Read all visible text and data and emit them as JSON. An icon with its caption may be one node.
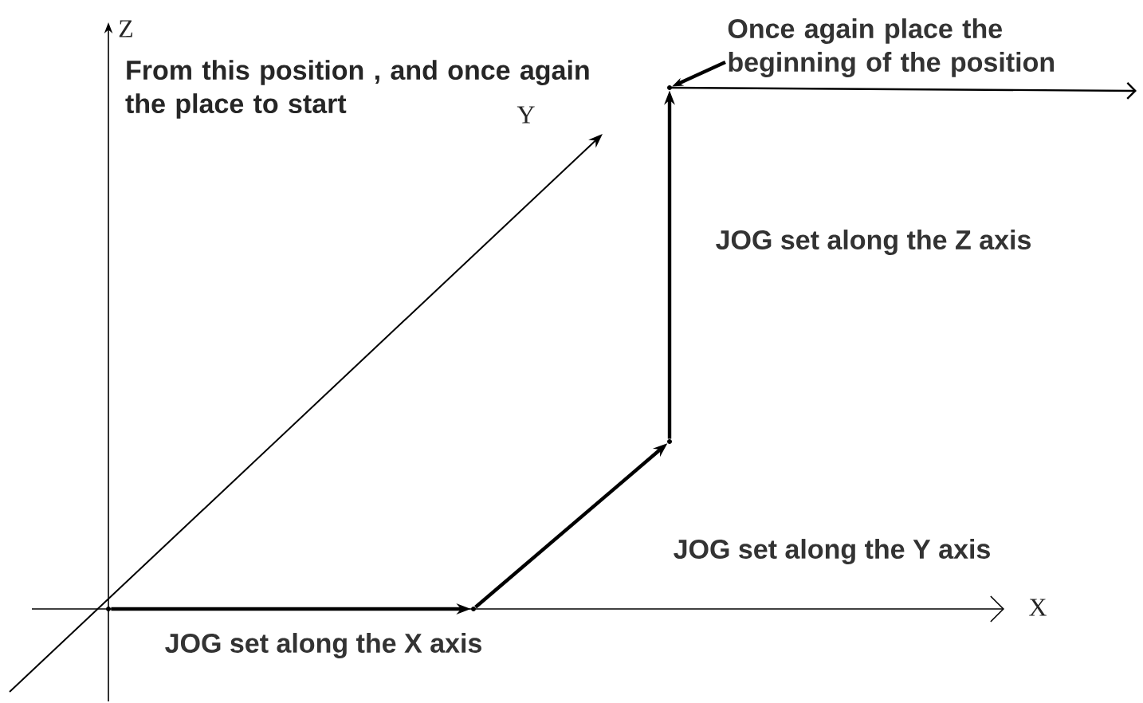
{
  "diagram": {
    "nodes": [
      {
        "text": [],
        "shape": "point"
      },
      {
        "text": [],
        "shape": "point"
      },
      {
        "text": [],
        "shape": "point"
      },
      {
        "text": [],
        "shape": "point"
      },
      {
        "text": [
          "Once again place the beginning of the position"
        ]
      }
    ],
    "edges": [
      {
        "from": 0,
        "to": 1,
        "arrow": "to",
        "label": "JOG set along the X axis"
      },
      {
        "from": 1,
        "to": 2,
        "arrow": "to",
        "label": "JOG set along the Y axis"
      },
      {
        "from": 2,
        "to": 3,
        "arrow": "to",
        "label": "JOG set along the Z axis"
      },
      {
        "from": 4,
        "to": 3,
        "arrow": "to"
      }
    ],
    "labels": [
      "Z",
      "From this position , and once again the place to start",
      "Y",
      "X"
    ]
  }
}
